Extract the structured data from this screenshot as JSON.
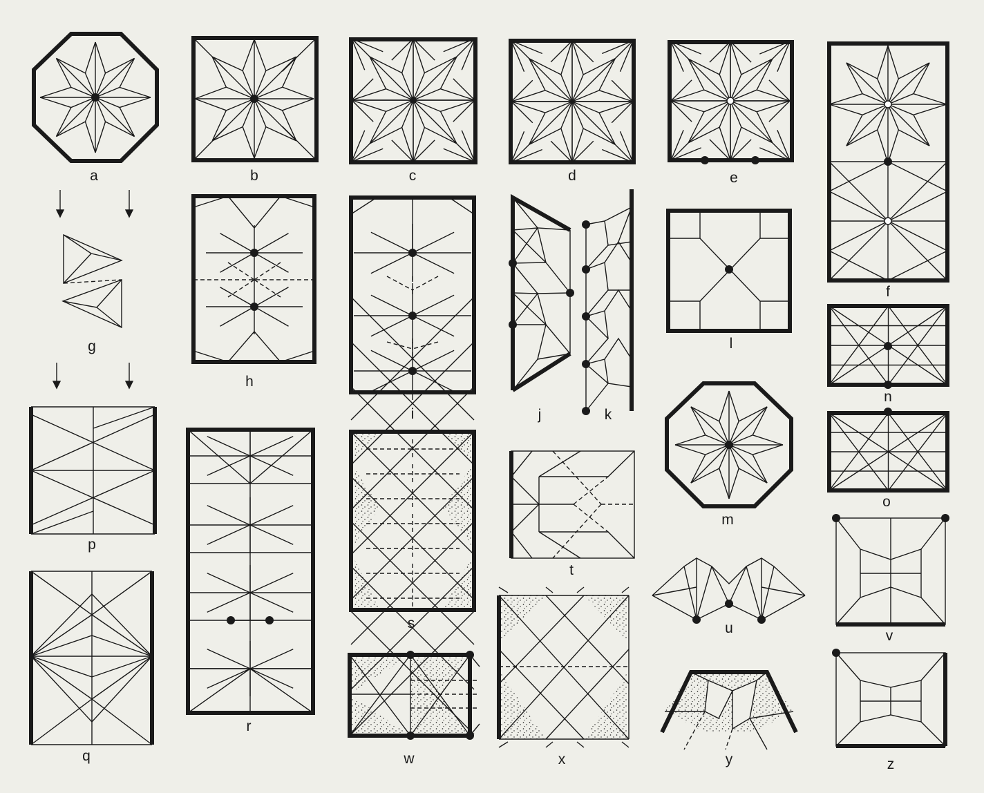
{
  "figure": {
    "background": "#efefe9",
    "ink": "#1a1a1a",
    "panels": [
      {
        "id": "a",
        "label": "a"
      },
      {
        "id": "b",
        "label": "b"
      },
      {
        "id": "c",
        "label": "c"
      },
      {
        "id": "d",
        "label": "d"
      },
      {
        "id": "e",
        "label": "e"
      },
      {
        "id": "f",
        "label": "f"
      },
      {
        "id": "g",
        "label": "g"
      },
      {
        "id": "h",
        "label": "h"
      },
      {
        "id": "i",
        "label": "i"
      },
      {
        "id": "j",
        "label": "j"
      },
      {
        "id": "k",
        "label": "k"
      },
      {
        "id": "l",
        "label": "l"
      },
      {
        "id": "m",
        "label": "m"
      },
      {
        "id": "n",
        "label": "n"
      },
      {
        "id": "o",
        "label": "o"
      },
      {
        "id": "p",
        "label": "p"
      },
      {
        "id": "q",
        "label": "q"
      },
      {
        "id": "r",
        "label": "r"
      },
      {
        "id": "s",
        "label": "s"
      },
      {
        "id": "t",
        "label": "t"
      },
      {
        "id": "u",
        "label": "u"
      },
      {
        "id": "v",
        "label": "v"
      },
      {
        "id": "w",
        "label": "w"
      },
      {
        "id": "x",
        "label": "x"
      },
      {
        "id": "y",
        "label": "y"
      },
      {
        "id": "z",
        "label": "z"
      }
    ]
  }
}
